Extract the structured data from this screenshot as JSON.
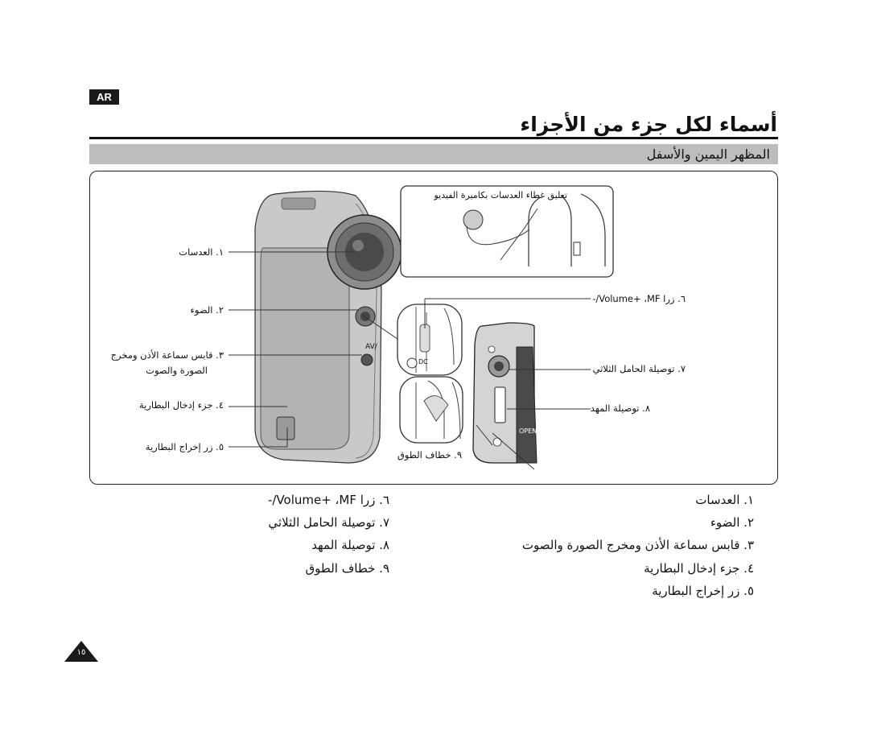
{
  "lang_badge": "AR",
  "page_title": "أسماء لكل جزء من الأجزاء",
  "section_title": "المظهر اليمين والأسفل",
  "figure": {
    "inset_caption": "تعليق غطاء العدسات بكاميرة الفيديو",
    "callouts": [
      {
        "text": "١. العدسات"
      },
      {
        "text": "٢. الضوء"
      },
      {
        "text": "٣. قابس سماعة الأذن ومخرج"
      },
      {
        "text": "الصورة والصوت"
      },
      {
        "text": "٤. جزء إدخال البطارية"
      },
      {
        "text": "٥. زر إخراج البطارية"
      },
      {
        "text": "٦. زرا Volume+ ،MF/-"
      },
      {
        "text": "٧. توصيلة الحامل الثلاثي"
      },
      {
        "text": "٨. توصيلة المهد"
      },
      {
        "text": "٩. خطاف الطوق"
      }
    ],
    "small_marks": {
      "av": "/AV",
      "dc": "DC",
      "open": "OPEN"
    }
  },
  "legend_right": [
    "١. العدسات",
    "٢. الضوء",
    "٣. قابس سماعة الأذن ومخرج الصورة والصوت",
    "٤. جزء إدخال البطارية",
    "٥. زر إخراج البطارية"
  ],
  "legend_left": [
    "٦. زرا Volume+ ،MF/-",
    "٧. توصيلة الحامل الثلاثي",
    "٨. توصيلة المهد",
    "٩. خطاف الطوق"
  ],
  "page_number": "١٥"
}
